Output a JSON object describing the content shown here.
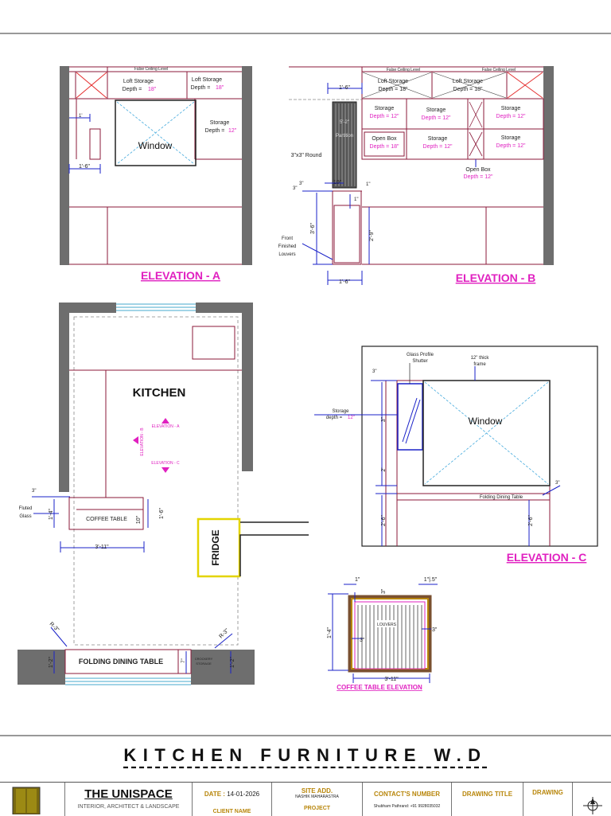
{
  "sheet": {
    "title": "KITCHEN FURNITURE W.D"
  },
  "elevation_a": {
    "caption": "ELEVATION - A",
    "false_ceiling": "False Ceiling Level",
    "loft_label": "Loft Storage",
    "loft_depth": "Depth =",
    "loft_depth_val_1": "18\"",
    "loft_depth_val_2": "18\"",
    "window_label": "Window",
    "storage_label": "Storage",
    "storage_depth": "Depth =",
    "storage_depth_val": "12\"",
    "dim_1": "1'",
    "dim_2": "1'-6\""
  },
  "elevation_b": {
    "caption": "ELEVATION - B",
    "false_ceiling_1": "False Ceiling Level",
    "false_ceiling_2": "False Ceiling Level",
    "loft_label_1": "Loft Storage",
    "loft_depth_1": "Depth = 18\"",
    "loft_label_2": "Loft Storage",
    "loft_depth_2": "Depth = 18\"",
    "dim_top": "1'-6\"",
    "partition_label": "Partition",
    "partition_dim": "5'-2\"",
    "storage_1": "Storage",
    "storage_1_depth": "Depth = 12\"",
    "storage_2": "Storage",
    "storage_2_depth": "Depth = 12\"",
    "storage_3": "Storage",
    "storage_3_depth": "Depth = 12\"",
    "open_box_1": "Open Box",
    "open_box_1_depth": "Depth = 18\"",
    "storage_4": "Storage",
    "storage_4_depth": "Depth = 12\"",
    "storage_5": "Storage",
    "storage_5_depth": "Depth = 12\"",
    "round_label": "3\"x3\" Round",
    "open_box_2": "Open Box",
    "open_box_2_depth": "Depth = 12\"",
    "dim_10": "10\"",
    "dim_1": "1\"",
    "dim_3a": "3\"",
    "dim_3b": "3\"",
    "dim_1b": "1\"",
    "dim_side": "3'-6\"",
    "dim_2_9": "2'-9\"",
    "louvers_1": "Front",
    "louvers_2": "Finished",
    "louvers_3": "Louvers",
    "dim_bottom": "1'-6\""
  },
  "plan": {
    "kitchen_label": "KITCHEN",
    "elev_a_marker": "ELEVATION - A",
    "elev_b_marker": "ELEVATION - B",
    "elev_c_marker": "ELEVATION - C",
    "coffee_table": "COFFEE TABLE",
    "fridge": "FRIDGE",
    "folding_table": "FOLDING DINING TABLE",
    "crockery_1": "CROCKERY",
    "crockery_2": "STORAGE",
    "fluted_1": "Fluted",
    "fluted_2": "Glass",
    "dim_3": "3\"",
    "dim_1_4": "1'-4\"",
    "dim_10": "10\"",
    "dim_1_6": "1'-6\"",
    "dim_3_11": "3'-11\"",
    "dim_r": "R-3\"",
    "dim_r2": "R-3\"",
    "dim_1_2a": "1'-2\"",
    "dim_1_2b": "1'-2\"",
    "dim_7": "7\""
  },
  "elevation_c": {
    "caption": "ELEVATION - C",
    "glass_1": "Glass Profile",
    "glass_2": "Shutter",
    "frame_1": "12\" thick",
    "frame_2": "frame",
    "storage_1": "Storage",
    "storage_2": "depth =",
    "storage_val": "12\"",
    "window_label": "Window",
    "folding_label": "Folding Dining Table",
    "dim_3": "3\"",
    "dim_3b": "3\"",
    "dim_2": "2'",
    "dim_2_6a": "2'-6\"",
    "dim_2_6b": "2'-6\"",
    "dim_3c": "3\""
  },
  "coffee_elev": {
    "caption": "COFFEE TABLE ELEVATION",
    "louvers": "LOUVERS",
    "dim_1": "1\"",
    "dim_3a": "3\"",
    "dim_1_5": "1\"|.5\"",
    "dim_1_4": "1'-4\"",
    "dim_3b": "3\"",
    "dim_3c": "3\"",
    "dim_3_11": "3'-11\""
  },
  "title_block": {
    "firm": "THE UNISPACE",
    "firm_tag": "INTERIOR, ARCHITECT & LANDSCAPE",
    "date_label": "DATE :",
    "date": "14-01-2026",
    "client_label": "CLIENT NAME",
    "site_label": "SITE ADD.",
    "site": "NASHIK MAHARASTRA",
    "project_label": "PROJECT",
    "contact_label": "CONTACT'S NUMBER",
    "contact": "Shubham Pathrand: +91 9928035032",
    "drawing_title_label": "DRAWING TITLE",
    "drawing_label": "DRAWING"
  },
  "colors": {
    "line": "#8b1a3a",
    "magenta": "#e020c0",
    "dim_blue": "#1a22c8",
    "wall": "#7a7a7a",
    "gold": "#b8860b",
    "fridge": "#e3d400"
  }
}
